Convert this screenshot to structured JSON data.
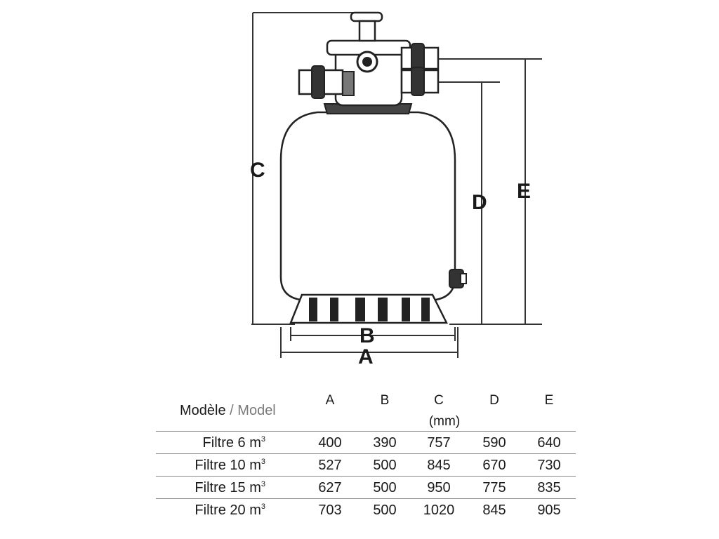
{
  "diagram": {
    "dimension_labels": {
      "a": "A",
      "b": "B",
      "c": "C",
      "d": "D",
      "e": "E"
    }
  },
  "table": {
    "model_label_fr": "Modèle",
    "model_separator": " / ",
    "model_label_en": "Model",
    "columns": [
      "A",
      "B",
      "C",
      "D",
      "E"
    ],
    "unit": "(mm)",
    "rows": [
      {
        "name": "Filtre 6 m",
        "sup": "3",
        "values": [
          "400",
          "390",
          "757",
          "590",
          "640"
        ]
      },
      {
        "name": "Filtre 10 m",
        "sup": "3",
        "values": [
          "527",
          "500",
          "845",
          "670",
          "730"
        ]
      },
      {
        "name": "Filtre 15 m",
        "sup": "3",
        "values": [
          "627",
          "500",
          "950",
          "775",
          "835"
        ]
      },
      {
        "name": "Filtre 20 m",
        "sup": "3",
        "values": [
          "703",
          "500",
          "1020",
          "845",
          "905"
        ]
      }
    ]
  }
}
